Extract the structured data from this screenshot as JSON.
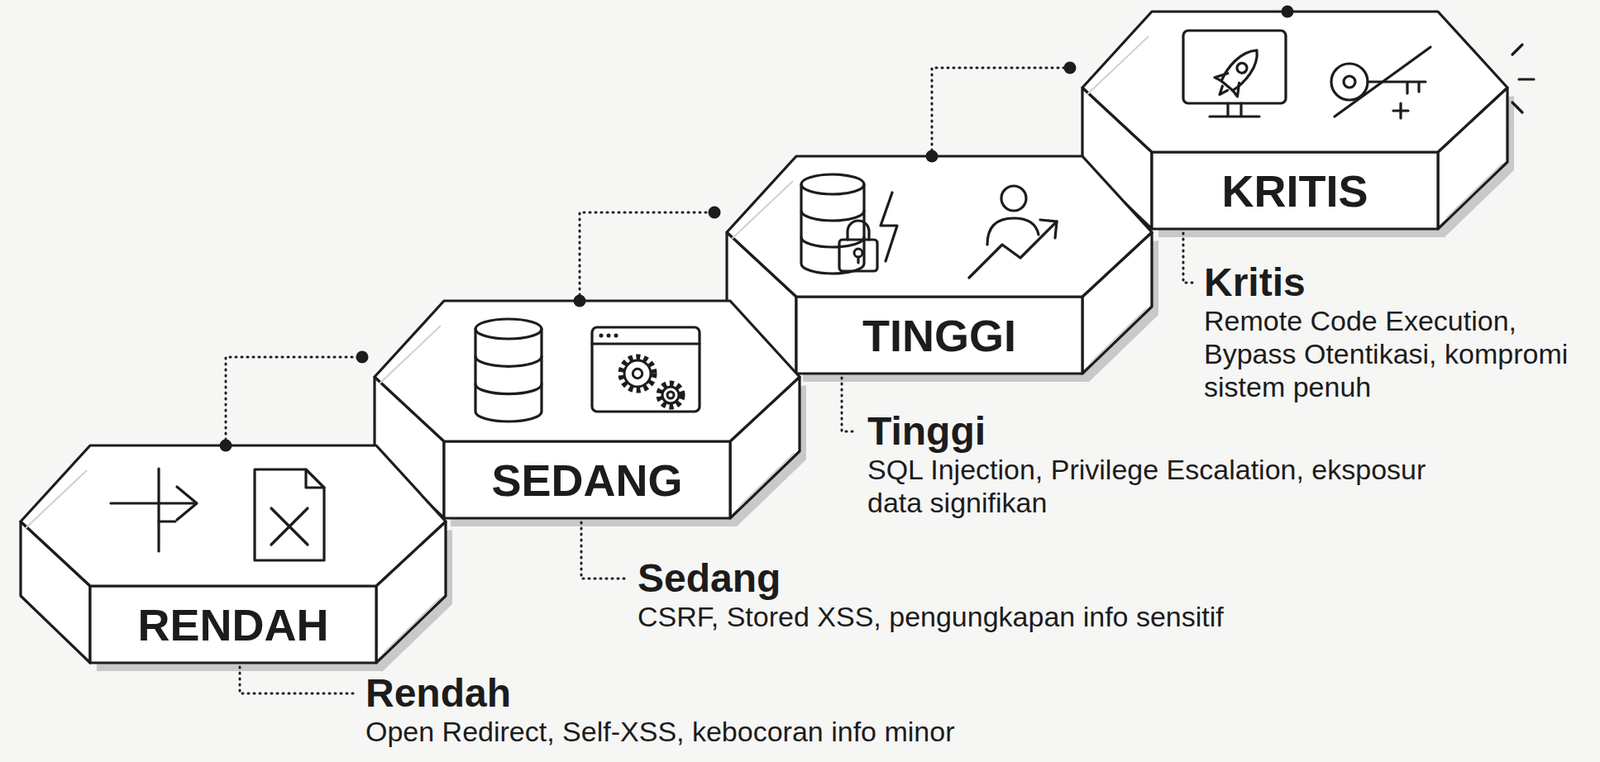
{
  "diagram": {
    "nodes": [
      {
        "text": [
          "RENDAH",
          "Rendah",
          "Open Redirect, Self-XSS, kebocoran info minor"
        ]
      },
      {
        "text": [
          "SEDANG",
          "Sedang",
          "CSRF, Stored XSS, pengungkapan info sensitif"
        ]
      },
      {
        "text": [
          "TINGGI",
          "Tinggi",
          "SQL Injection, Privilege Escalation, eksposur data signifikan"
        ]
      },
      {
        "text": [
          "KRITIS",
          "Kritis",
          "Remote Code Execution, Bypass Otentikasi, kompromi sistem penuh"
        ]
      }
    ],
    "edges": [
      {
        "from": 0,
        "to": 1,
        "arrow": "none"
      },
      {
        "from": 1,
        "to": 2,
        "arrow": "none"
      },
      {
        "from": 2,
        "to": 3,
        "arrow": "none"
      }
    ]
  }
}
